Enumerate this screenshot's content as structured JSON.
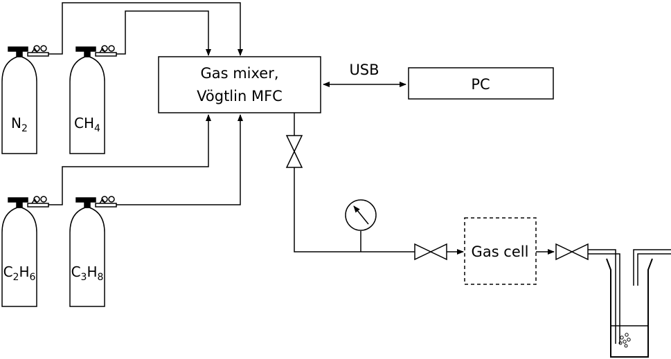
{
  "colors": {
    "line": "#000000",
    "background": "#ffffff"
  },
  "boxes": {
    "mixer_line1": "Gas mixer,",
    "mixer_line2": "Vögtlin MFC",
    "pc": "PC",
    "gas_cell": "Gas cell"
  },
  "link_label": "USB",
  "cylinders": [
    {
      "parts": [
        {
          "t": "N"
        },
        {
          "t": "2",
          "sub": true
        }
      ]
    },
    {
      "parts": [
        {
          "t": "CH"
        },
        {
          "t": "4",
          "sub": true
        }
      ]
    },
    {
      "parts": [
        {
          "t": "C"
        },
        {
          "t": "2",
          "sub": true
        },
        {
          "t": "H"
        },
        {
          "t": "6",
          "sub": true
        }
      ]
    },
    {
      "parts": [
        {
          "t": "C"
        },
        {
          "t": "3",
          "sub": true
        },
        {
          "t": "H"
        },
        {
          "t": "8",
          "sub": true
        }
      ]
    }
  ],
  "icons": [
    "gas-cylinder-icon",
    "pressure-regulator-icon",
    "valve-icon",
    "pressure-gauge-icon",
    "bubbler-icon"
  ]
}
